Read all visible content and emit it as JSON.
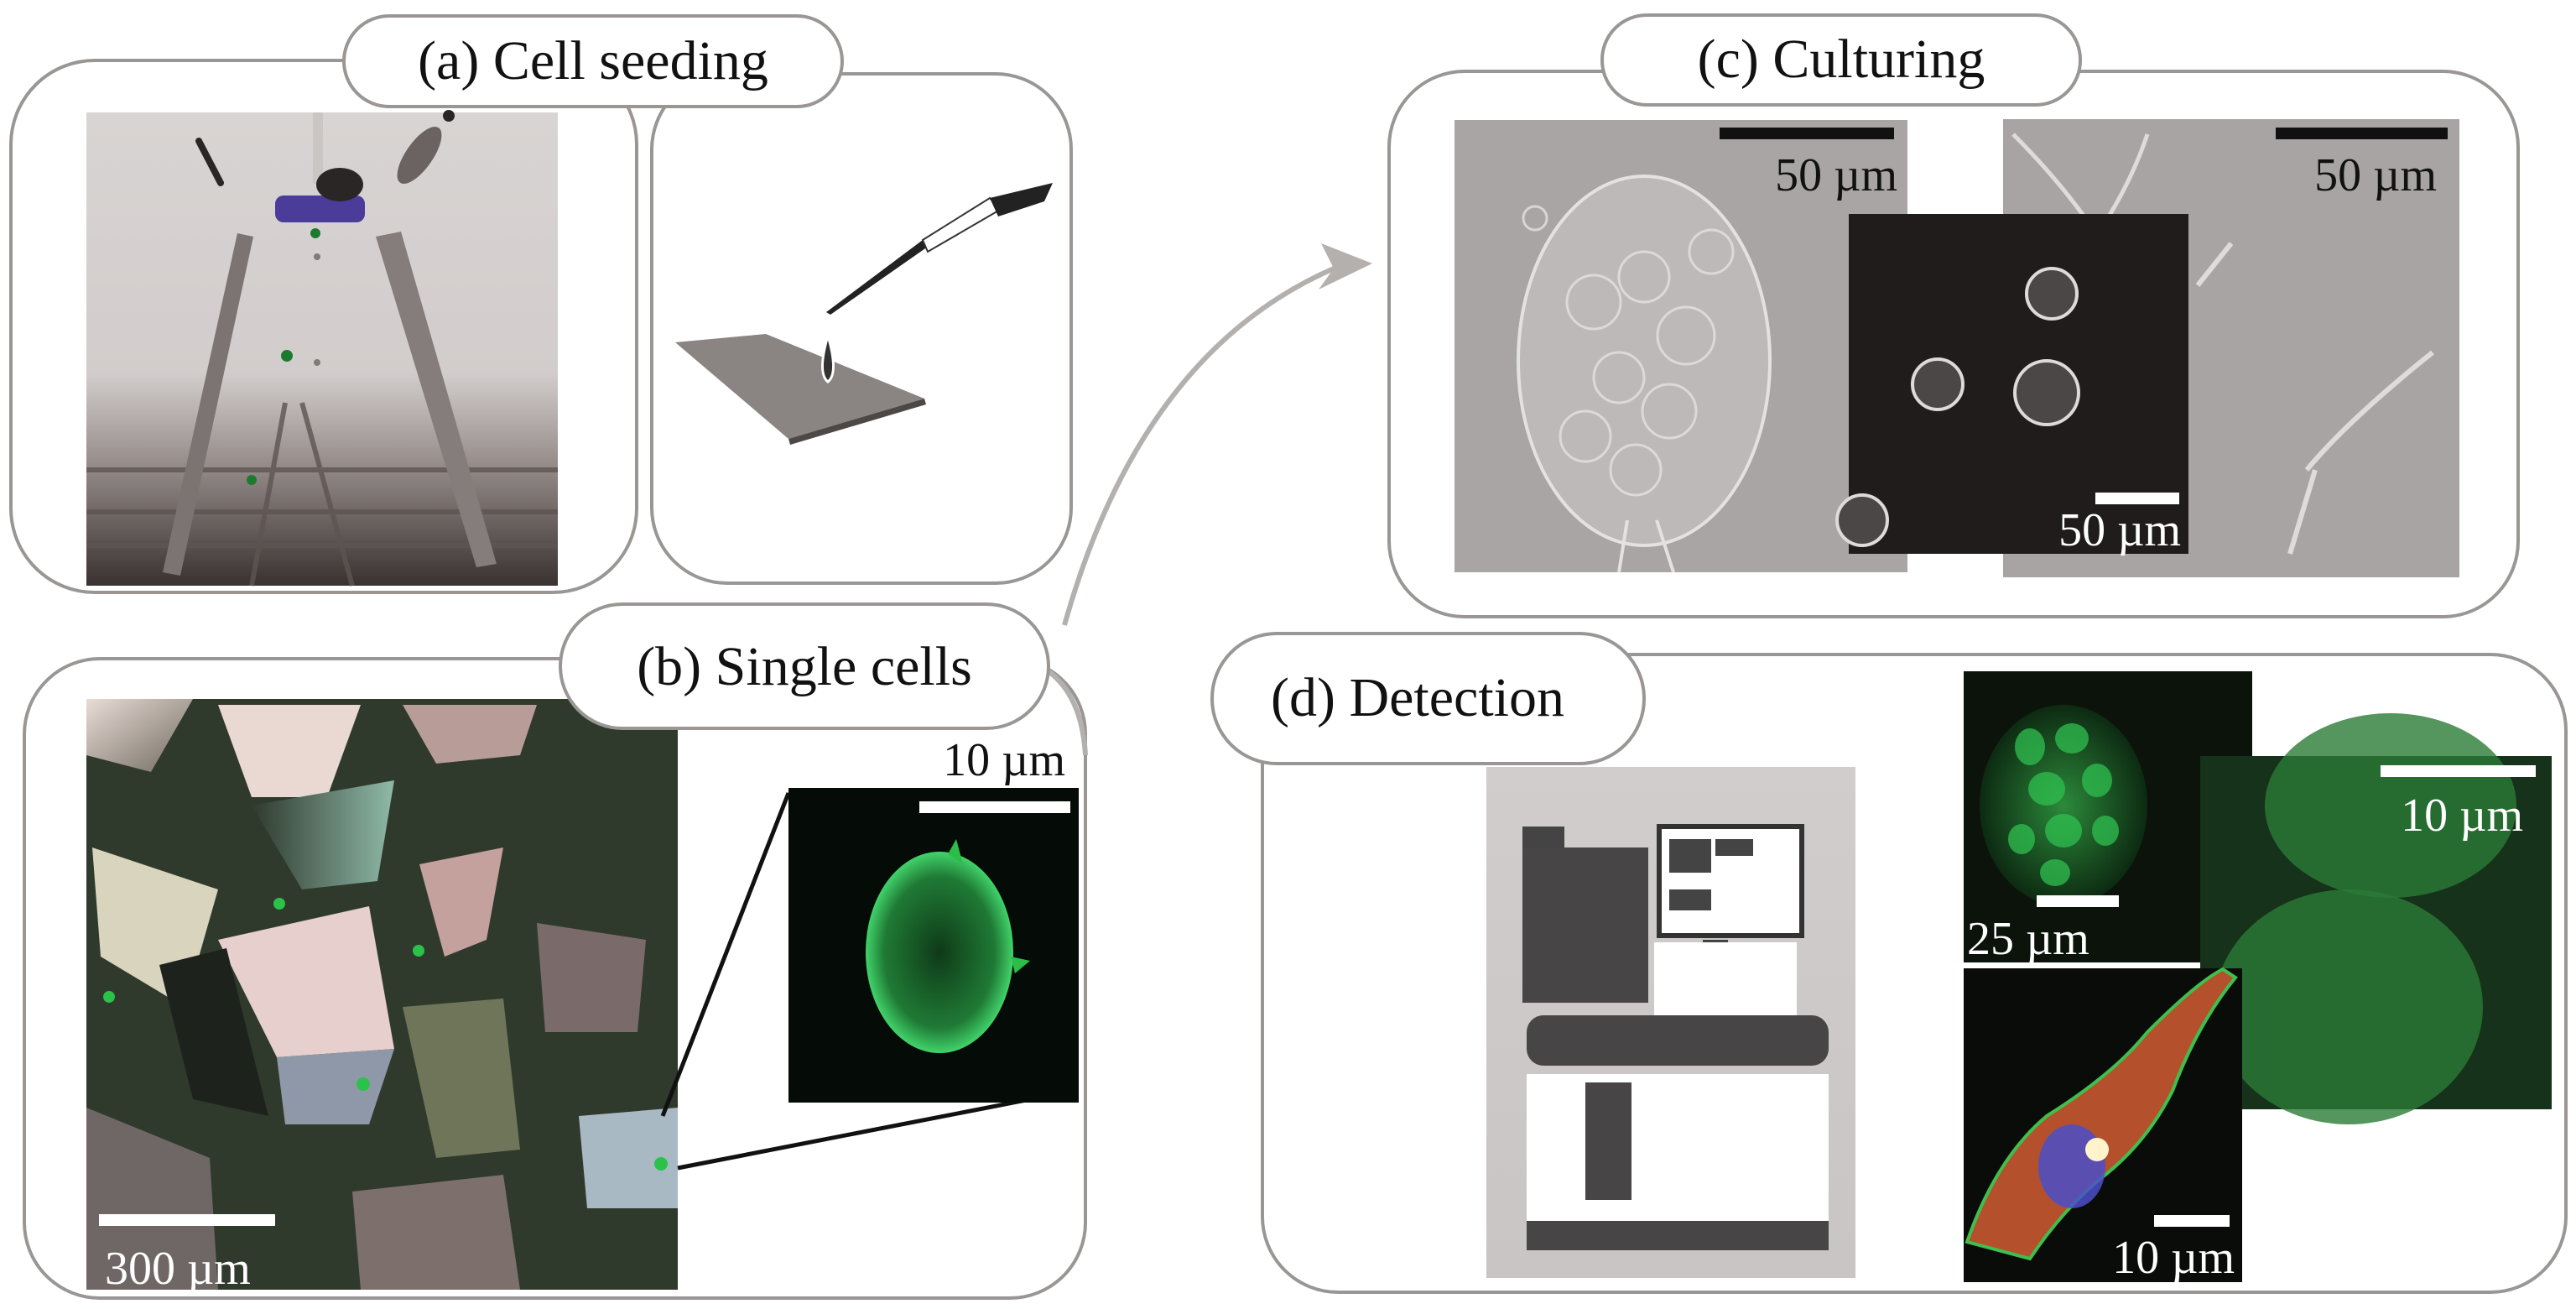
{
  "figure": {
    "panels": [
      {
        "id": "a",
        "label": "(a) Cell seeding"
      },
      {
        "id": "b",
        "label": "(b) Single cells"
      },
      {
        "id": "c",
        "label": "(c) Culturing"
      },
      {
        "id": "d",
        "label": "(d) Detection"
      }
    ],
    "scale_bars": {
      "b_microwells": "300 µm",
      "b_single_cell": "10 µm",
      "c_left": "50 µm",
      "c_inset": "50 µm",
      "c_right": "50 µm",
      "d_cluster": "25 µm",
      "d_cell": "10 µm",
      "d_green": "10 µm"
    },
    "colors": {
      "frame_stroke": "#9a9694",
      "arrow": "#b3b0ae",
      "fluorescence_green": "#2fbf4f",
      "nucleus_blue": "#4a4fc8",
      "dispenser_purple": "#4b3c9a"
    }
  }
}
